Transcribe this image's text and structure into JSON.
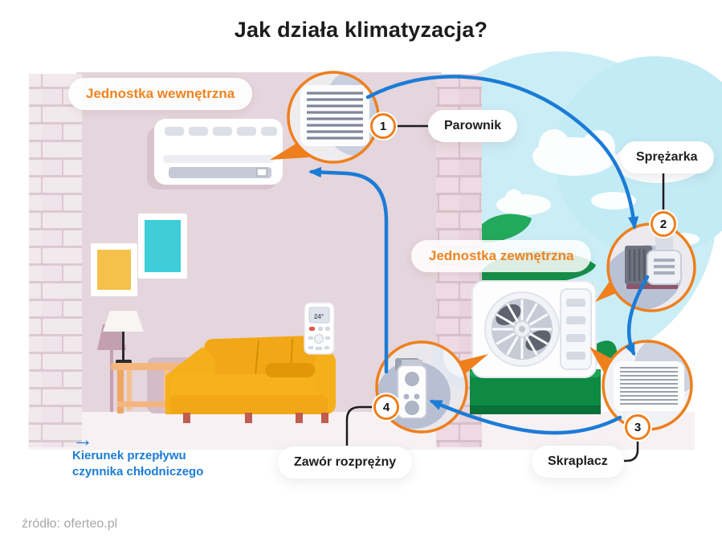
{
  "title": "Jak działa klimatyzacja?",
  "room_labels": {
    "indoor": "Jednostka wewnętrzna",
    "outdoor": "Jednostka zewnętrzna"
  },
  "callouts": [
    {
      "number": "1",
      "label": "Parownik"
    },
    {
      "number": "2",
      "label": "Sprężarka"
    },
    {
      "number": "3",
      "label": "Skraplacz"
    },
    {
      "number": "4",
      "label": "Zawór rozprężny"
    }
  ],
  "legend": {
    "arrow_icon": "→",
    "line1": "Kierunek przepływu",
    "line2": "czynnika chłodniczego"
  },
  "source": "źródło: oferteo.pl",
  "remote": {
    "display": "24°"
  },
  "colors": {
    "accent_orange": "#EE7F1C",
    "arrow_blue": "#1B7CD6",
    "wall_pink": "#E5D5DC",
    "sky_cyan": "#CBEEF6",
    "bush_green": "#149049",
    "hedge_green": "#0E8A45",
    "sofa_yellow": "#F2A816",
    "frame_teal": "#3ECDD9",
    "frame_yellow": "#F6C14B"
  }
}
